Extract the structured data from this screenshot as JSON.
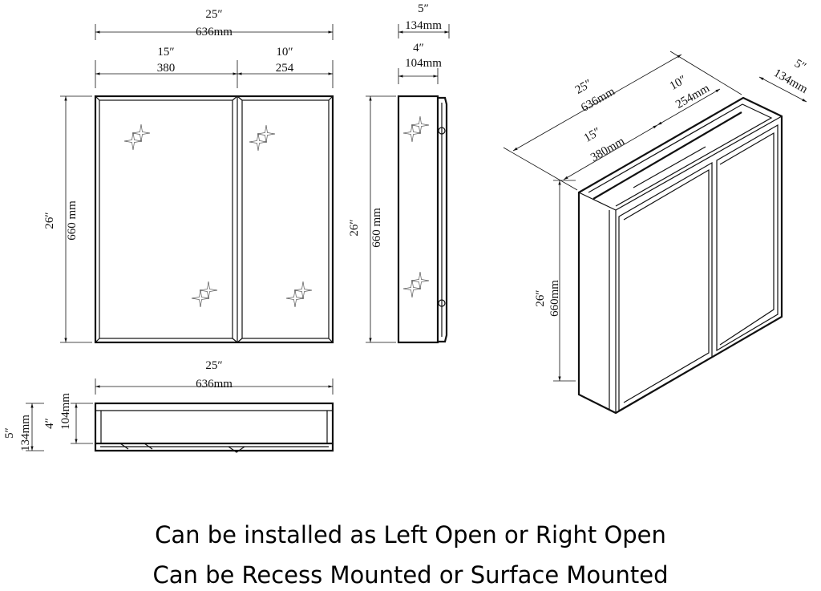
{
  "front": {
    "width_in": "25″",
    "width_mm": "636mm",
    "left_in": "15″",
    "left_mm": "380",
    "right_in": "10″",
    "right_mm": "254",
    "height_in": "26″",
    "height_mm": "660 mm"
  },
  "side": {
    "depth_in": "5″",
    "depth_mm": "134mm",
    "inner_in": "4″",
    "inner_mm": "104mm",
    "height_in": "26″",
    "height_mm": "660 mm"
  },
  "top": {
    "width_in": "25″",
    "width_mm": "636mm",
    "depth_in": "5″",
    "depth_mm": "134mm",
    "inner_in": "4″",
    "inner_mm": "104mm"
  },
  "iso": {
    "width_in": "25″",
    "width_mm": "636mm",
    "right_in": "10″",
    "right_mm": "254mm",
    "left_in": "15″",
    "left_mm": "380mm",
    "depth_in": "5″",
    "depth_mm": "134mm",
    "height_in": "26″",
    "height_mm": "660mm"
  },
  "captions": {
    "line1": "Can be installed as Left Open or Right Open",
    "line2": "Can be Recess Mounted or Surface Mounted"
  }
}
